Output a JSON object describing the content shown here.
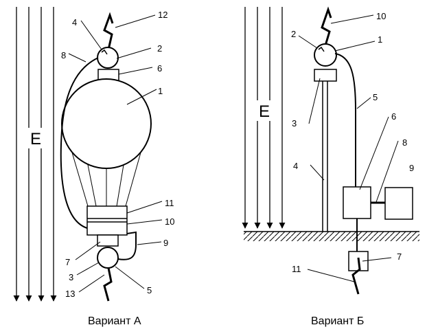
{
  "variant_a": {
    "caption": "Вариант А",
    "field_label": "E",
    "labels": {
      "n1": "1",
      "n2": "2",
      "n3": "3",
      "n4": "4",
      "n5": "5",
      "n6": "6",
      "n7": "7",
      "n8": "8",
      "n9": "9",
      "n10": "10",
      "n11": "11",
      "n12": "12",
      "n13": "13"
    }
  },
  "variant_b": {
    "caption": "Вариант Б",
    "field_label": "E",
    "labels": {
      "n1": "1",
      "n2": "2",
      "n3": "3",
      "n4": "4",
      "n5": "5",
      "n6": "6",
      "n7": "7",
      "n8": "8",
      "n9": "9",
      "n10": "10",
      "n11": "11"
    }
  },
  "colors": {
    "ink": "#000000",
    "background": "#ffffff"
  }
}
